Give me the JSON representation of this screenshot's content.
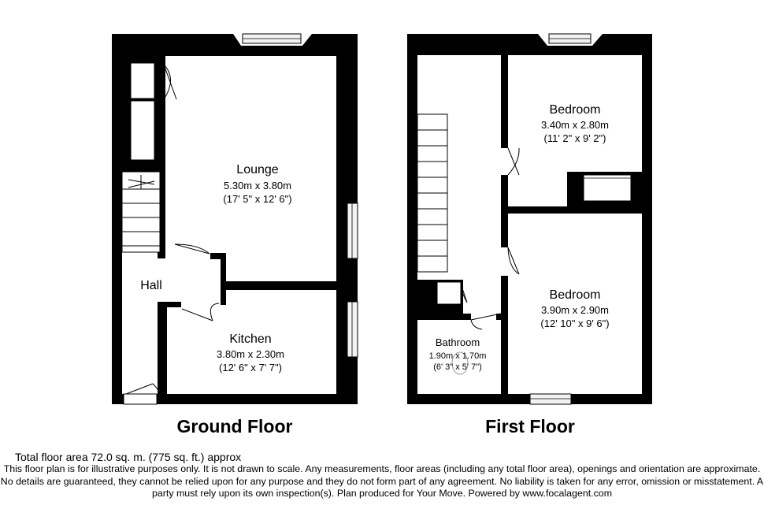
{
  "floors": [
    {
      "title": "Ground Floor",
      "rooms": [
        {
          "name": "Lounge",
          "metric": "5.30m x 3.80m",
          "imperial": "(17' 5\" x 12' 6\")"
        },
        {
          "name": "Hall",
          "metric": "",
          "imperial": ""
        },
        {
          "name": "Kitchen",
          "metric": "3.80m x 2.30m",
          "imperial": "(12' 6\" x 7' 7\")"
        }
      ]
    },
    {
      "title": "First Floor",
      "rooms": [
        {
          "name": "Bedroom",
          "metric": "3.40m x 2.80m",
          "imperial": "(11' 2\" x 9' 2\")"
        },
        {
          "name": "Bedroom",
          "metric": "3.90m x 2.90m",
          "imperial": "(12' 10\" x 9' 6\")"
        },
        {
          "name": "Bathroom",
          "metric": "1.90m x 1.70m",
          "imperial": "(6' 3\" x 5' 7\")"
        }
      ]
    }
  ],
  "total_area": "Total floor area 72.0 sq. m. (775 sq. ft.) approx",
  "disclaimer": "This floor plan is for illustrative purposes only. It is not drawn to scale. Any measurements, floor areas (including any total floor area), openings and orientation are approximate. No details are guaranteed, they cannot be relied upon for any purpose and they do not form part of any agreement. No liability is taken for any error, omission or misstatement. A party must rely upon its own inspection(s). Plan produced for Your Move. Powered by www.focalagent.com",
  "colors": {
    "wall": "#000000",
    "background": "#ffffff",
    "window_fill": "#f2f2f2"
  }
}
